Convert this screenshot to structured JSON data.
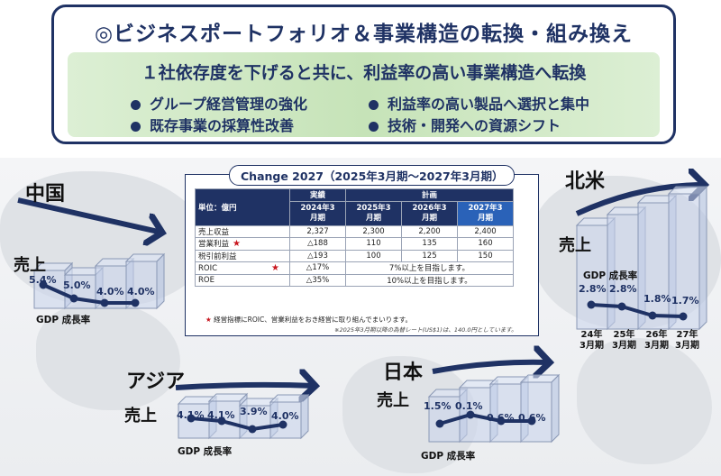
{
  "header": {
    "title": "◎ビジネスポートフォリオ＆事業構造の転換・組み換え",
    "headline": "１社依存度を下げると共に、利益率の高い事業構造へ転換",
    "bullets": [
      "グループ経営管理の強化",
      "利益率の高い製品へ選択と集中",
      "既存事業の採算性改善",
      "技術・開発への資源シフト"
    ]
  },
  "table": {
    "caption": "Change 2027（2025年3月期～2027年3月期）",
    "unit": "単位：億円",
    "group_actual": "実績",
    "group_plan": "計画",
    "years": [
      "2024年3月期",
      "2025年3月期",
      "2026年3月期",
      "2027年3月期"
    ],
    "rows": [
      {
        "label": "売上収益",
        "actual": "2,327",
        "plan": [
          "2,300",
          "2,200",
          "2,400"
        ]
      },
      {
        "label": "営業利益",
        "actual": "△188",
        "plan": [
          "110",
          "135",
          "160"
        ]
      },
      {
        "label": "税引前利益",
        "actual": "△193",
        "plan": [
          "100",
          "125",
          "150"
        ]
      },
      {
        "label": "ROIC",
        "actual": "△17%",
        "plan_text": "7%以上を目指します。"
      },
      {
        "label": "ROE",
        "actual": "△35%",
        "plan_text": "10%以上を目指します。"
      }
    ],
    "star_symbol": "★",
    "note": "経営指標にROIC、営業利益をおき経営に取り組んでまいります。",
    "rate_note": "※2025年3月期以降の為替レート(US$1)は、140.0円としています。"
  },
  "regions": {
    "china": {
      "name": "中国",
      "sales_label": "売上",
      "gdp_label": "GDP 成長率",
      "gdp": [
        "5.4%",
        "5.0%",
        "4.0%",
        "4.0%"
      ]
    },
    "north_america": {
      "name": "北米",
      "sales_label": "売上",
      "gdp_label": "GDP 成長率",
      "gdp": [
        "2.8%",
        "2.8%",
        "1.8%",
        "1.7%"
      ],
      "years": [
        "24年\n3月期",
        "25年\n3月期",
        "26年\n3月期",
        "27年\n3月期"
      ]
    },
    "asia": {
      "name": "アジア",
      "sales_label": "売上",
      "gdp_label": "GDP 成長率",
      "gdp": [
        "4.1%",
        "4.1%",
        "3.9%",
        "4.0%"
      ]
    },
    "japan": {
      "name": "日本",
      "sales_label": "売上",
      "gdp_label": "GDP 成長率",
      "gdp": [
        "1.5%",
        "0.1%",
        "0.6%",
        "0.6%"
      ]
    }
  },
  "colors": {
    "navy": "#1f3264",
    "accent_blue": "#2a62b8",
    "green_panel": "#c6e3b8",
    "star_red": "#c8161e"
  }
}
